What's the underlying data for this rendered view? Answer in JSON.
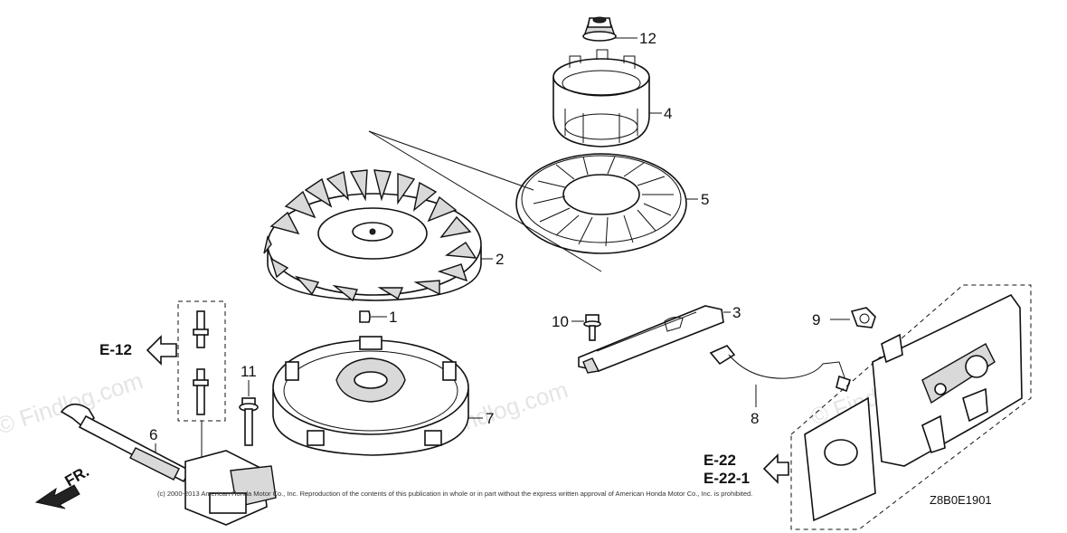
{
  "callouts": [
    {
      "id": "1",
      "label": "1"
    },
    {
      "id": "2",
      "label": "2"
    },
    {
      "id": "3",
      "label": "3"
    },
    {
      "id": "4",
      "label": "4"
    },
    {
      "id": "5",
      "label": "5"
    },
    {
      "id": "6",
      "label": "6"
    },
    {
      "id": "7",
      "label": "7"
    },
    {
      "id": "8",
      "label": "8"
    },
    {
      "id": "9",
      "label": "9"
    },
    {
      "id": "10",
      "label": "10"
    },
    {
      "id": "11",
      "label": "11"
    },
    {
      "id": "12",
      "label": "12"
    }
  ],
  "references": {
    "e12": "E-12",
    "e22": "E-22",
    "e22_1": "E-22-1"
  },
  "front_label": "FR.",
  "diagram_code": "Z8B0E1901",
  "copyright": "(c) 2000-2013 American Honda Motor Co., Inc. Reproduction of the contents of this publication in whole or in part without the express written approval of American Honda Motor Co., Inc. is prohibited.",
  "watermark": "© Findlog.com",
  "colors": {
    "line": "#111111",
    "watermark": "#cfcfcf",
    "background": "#ffffff"
  },
  "icons": [
    "flywheel-icon",
    "ignition-coil-icon",
    "front-arrow-icon",
    "reference-arrow-icon"
  ]
}
